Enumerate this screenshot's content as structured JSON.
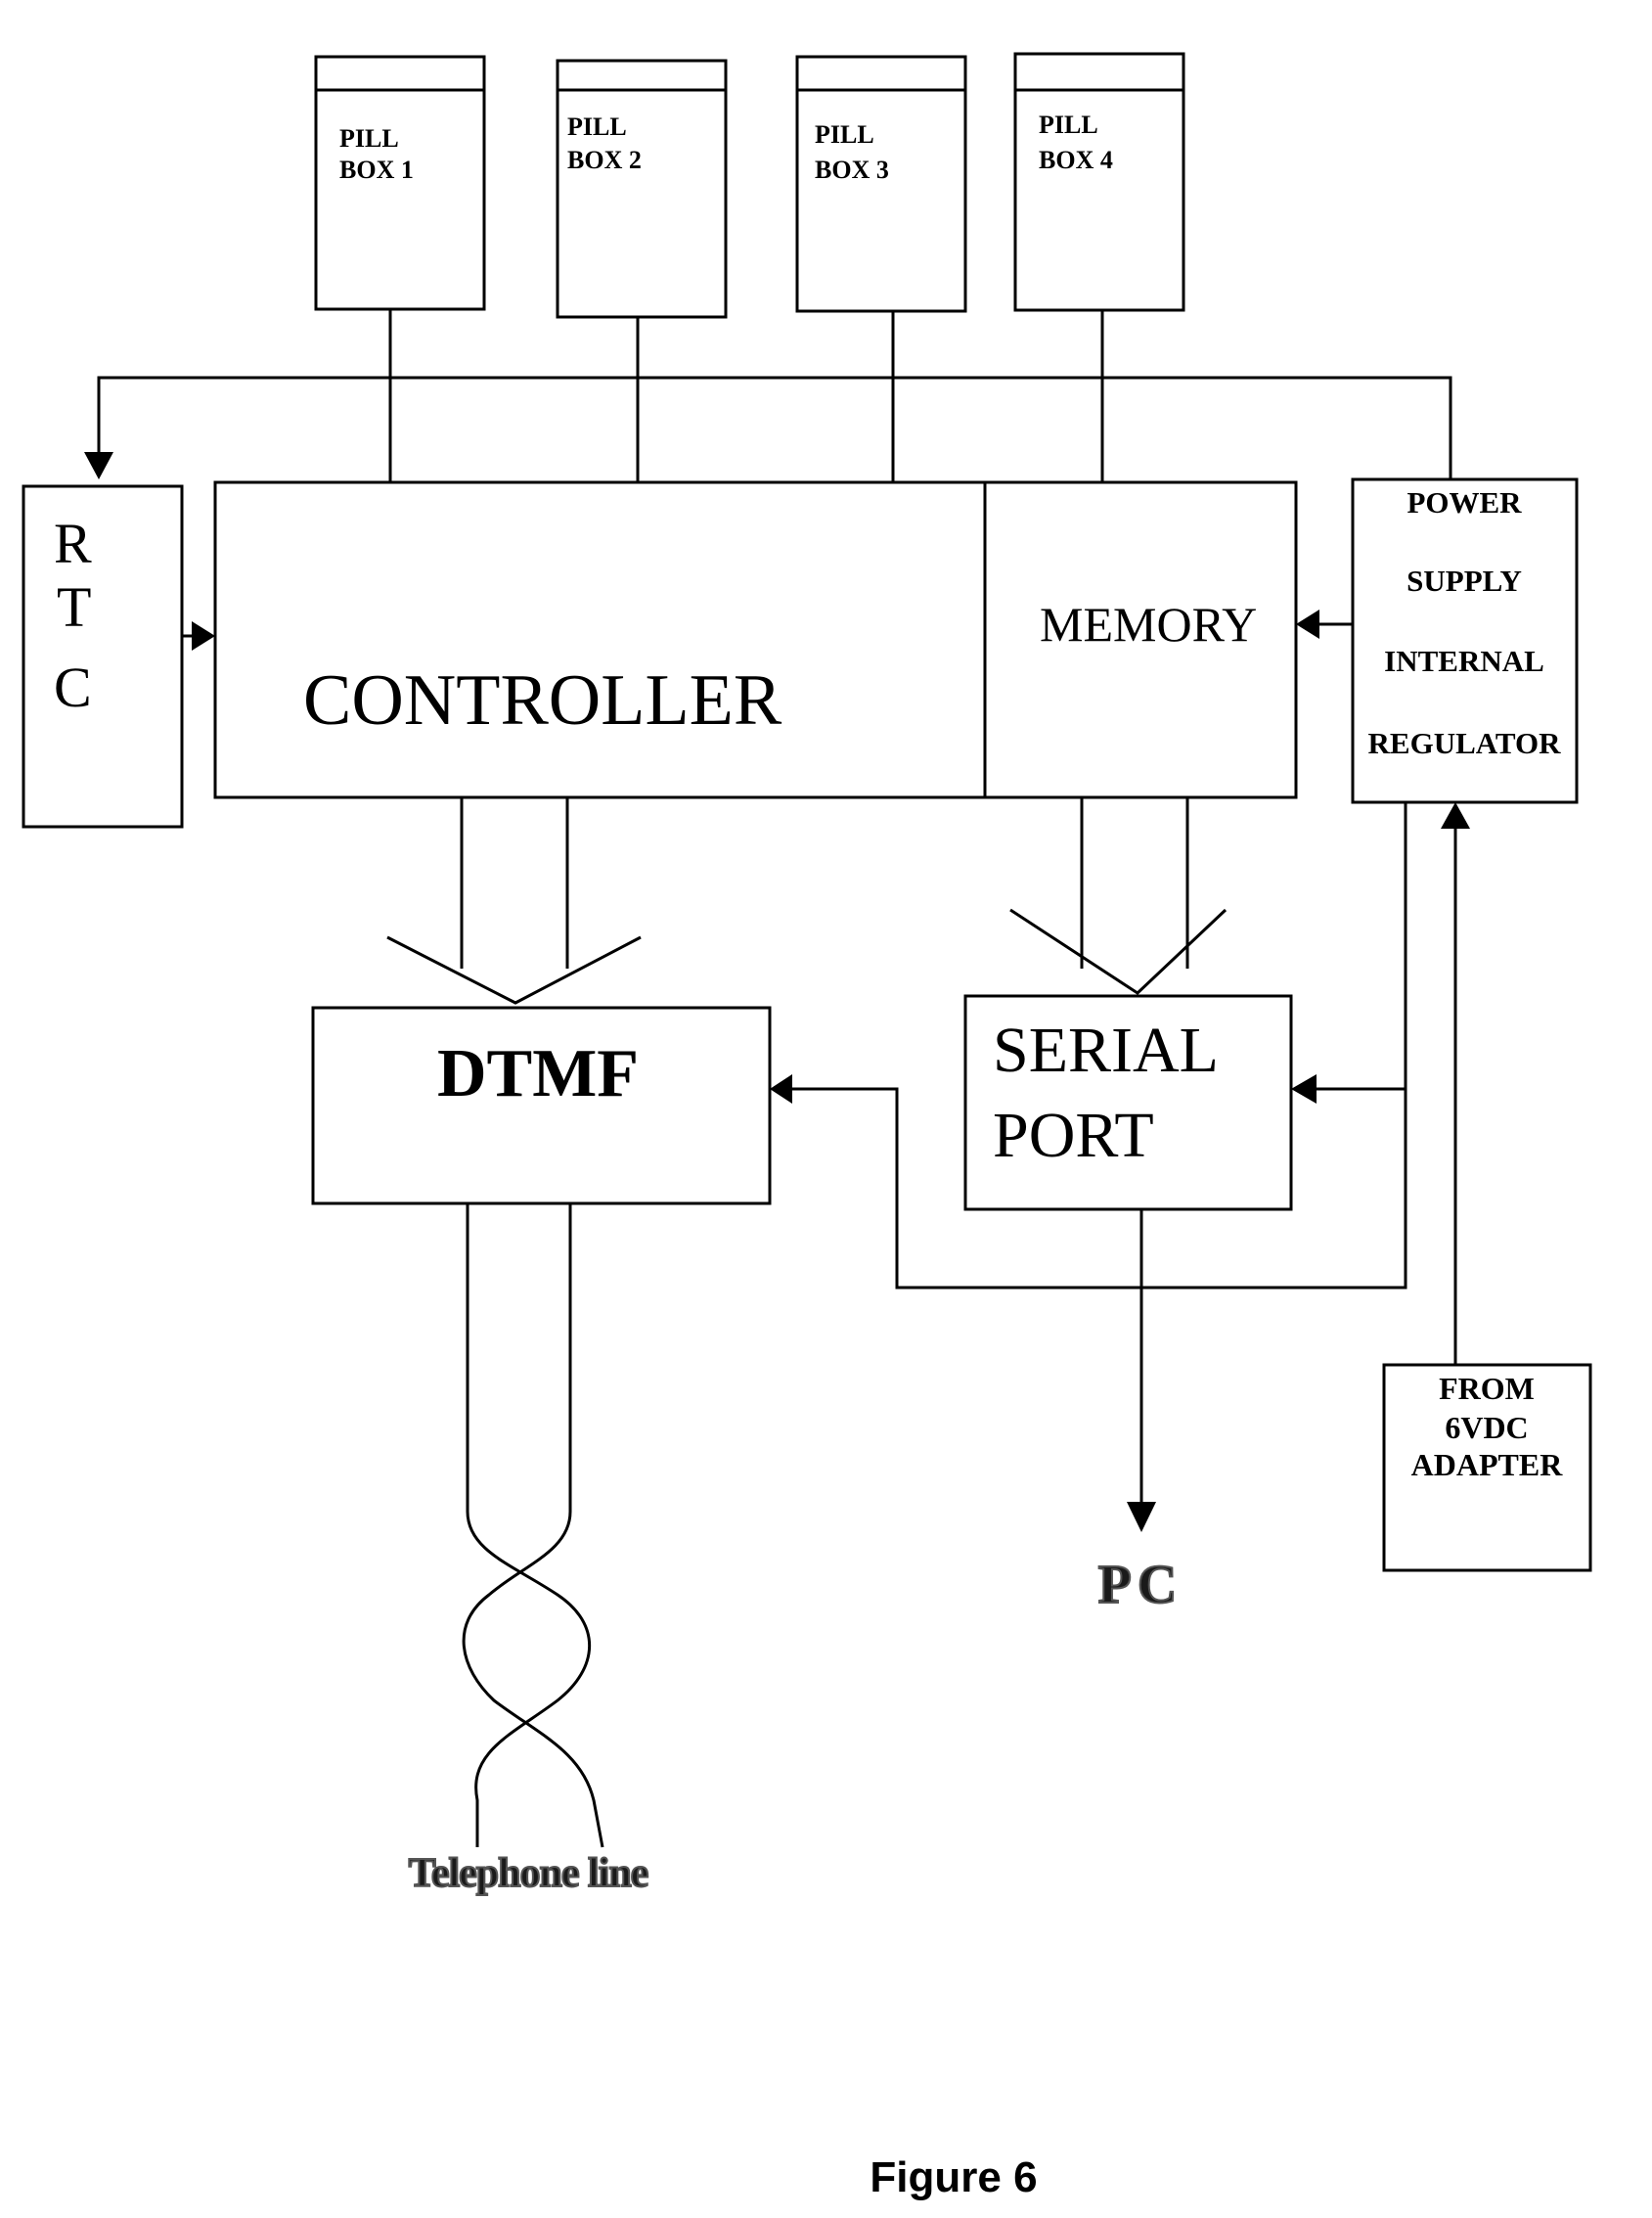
{
  "pill_boxes": [
    {
      "line1": "PILL",
      "line2": "BOX 1"
    },
    {
      "line1": "PILL",
      "line2": "BOX 2"
    },
    {
      "line1": "PILL",
      "line2": "BOX 3"
    },
    {
      "line1": "PILL",
      "line2": "BOX 4"
    }
  ],
  "rtc": {
    "line1": "R",
    "line2": "T",
    "line3": "C"
  },
  "controller": {
    "label": "CONTROLLER"
  },
  "memory": {
    "label": "MEMORY"
  },
  "power_supply": {
    "line1": "POWER",
    "line2": "SUPPLY",
    "line3": "INTERNAL",
    "line4": "REGULATOR"
  },
  "dtmf": {
    "label": "DTMF"
  },
  "serial_port": {
    "line1": "SERIAL",
    "line2": "PORT"
  },
  "adapter": {
    "line1": "FROM",
    "line2": "6VDC",
    "line3": "ADAPTER"
  },
  "serial_output": {
    "label": "PC"
  },
  "telephone": {
    "label": "Telephone line"
  },
  "figure": {
    "caption": "Figure 6"
  }
}
